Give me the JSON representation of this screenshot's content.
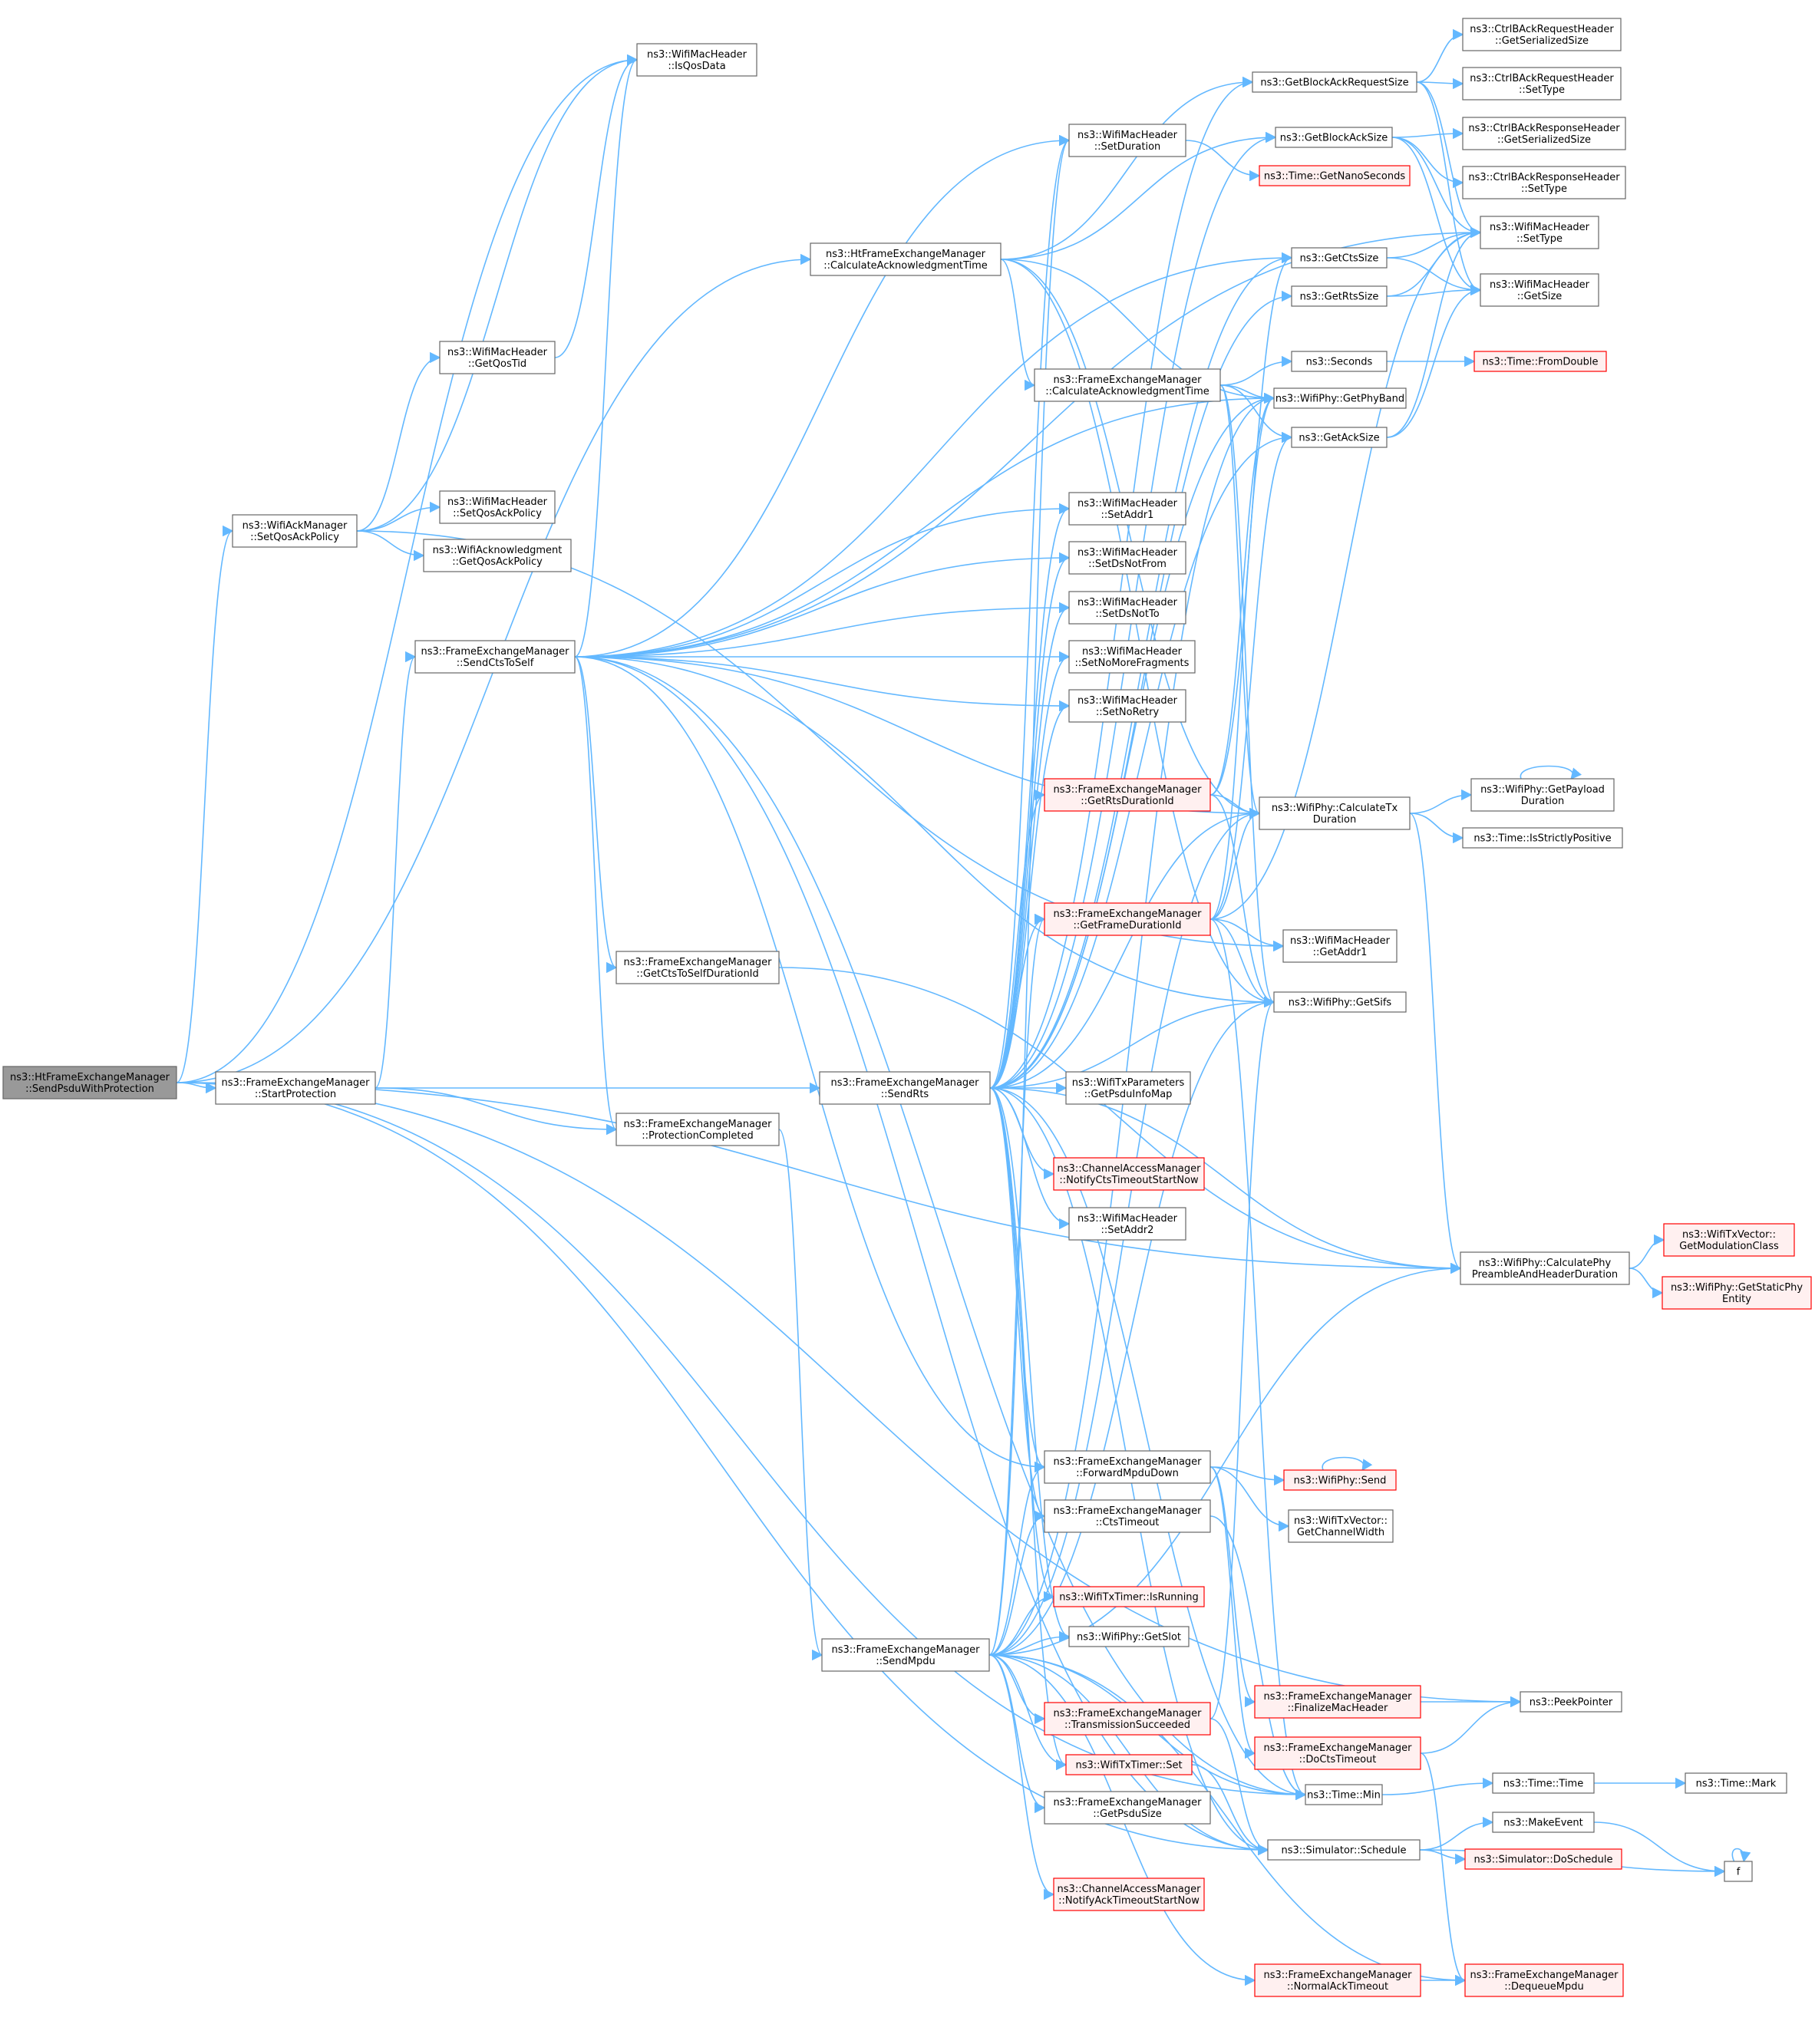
{
  "colors": {
    "edge": "#63b8ff",
    "node_border": "#666666",
    "red_border": "#ff0000",
    "red_fill": "#fff0f0",
    "root_fill": "#999999"
  },
  "nodes": [
    {
      "id": "root",
      "lines": [
        "ns3::HtFrameExchangeManager",
        "::SendPsduWithProtection"
      ],
      "style": "root"
    },
    {
      "id": "ackmgr",
      "lines": [
        "ns3::WifiAckManager",
        "::SetQosAckPolicy"
      ]
    },
    {
      "id": "startprot",
      "lines": [
        "ns3::FrameExchangeManager",
        "::StartProtection"
      ]
    },
    {
      "id": "isqos",
      "lines": [
        "ns3::WifiMacHeader",
        "::IsQosData"
      ]
    },
    {
      "id": "getqostid",
      "lines": [
        "ns3::WifiMacHeader",
        "::GetQosTid"
      ]
    },
    {
      "id": "setqosack",
      "lines": [
        "ns3::WifiMacHeader",
        "::SetQosAckPolicy"
      ]
    },
    {
      "id": "getqosack",
      "lines": [
        "ns3::WifiAcknowledgment",
        "::GetQosAckPolicy"
      ]
    },
    {
      "id": "sendcts",
      "lines": [
        "ns3::FrameExchangeManager",
        "::SendCtsToSelf"
      ]
    },
    {
      "id": "htcalcack",
      "lines": [
        "ns3::HtFrameExchangeManager",
        "::CalculateAcknowledgmentTime"
      ]
    },
    {
      "id": "getctsdur",
      "lines": [
        "ns3::FrameExchangeManager",
        "::GetCtsToSelfDurationId"
      ]
    },
    {
      "id": "protcompl",
      "lines": [
        "ns3::FrameExchangeManager",
        "::ProtectionCompleted"
      ]
    },
    {
      "id": "sendrts",
      "lines": [
        "ns3::FrameExchangeManager",
        "::SendRts"
      ]
    },
    {
      "id": "sendmpdu",
      "lines": [
        "ns3::FrameExchangeManager",
        "::SendMpdu"
      ]
    },
    {
      "id": "setduration",
      "lines": [
        "ns3::WifiMacHeader",
        "::SetDuration"
      ]
    },
    {
      "id": "fecalcack",
      "lines": [
        "ns3::FrameExchangeManager",
        "::CalculateAcknowledgmentTime"
      ]
    },
    {
      "id": "setaddr1",
      "lines": [
        "ns3::WifiMacHeader",
        "::SetAddr1"
      ]
    },
    {
      "id": "setdsnotfrom",
      "lines": [
        "ns3::WifiMacHeader",
        "::SetDsNotFrom"
      ]
    },
    {
      "id": "setdsnotto",
      "lines": [
        "ns3::WifiMacHeader",
        "::SetDsNotTo"
      ]
    },
    {
      "id": "setnomorefrag",
      "lines": [
        "ns3::WifiMacHeader",
        "::SetNoMoreFragments"
      ]
    },
    {
      "id": "setnoretry",
      "lines": [
        "ns3::WifiMacHeader",
        "::SetNoRetry"
      ]
    },
    {
      "id": "getrtsdur",
      "lines": [
        "ns3::FrameExchangeManager",
        "::GetRtsDurationId"
      ],
      "style": "red"
    },
    {
      "id": "getframedur",
      "lines": [
        "ns3::FrameExchangeManager",
        "::GetFrameDurationId"
      ],
      "style": "red"
    },
    {
      "id": "getpsduinfo",
      "lines": [
        "ns3::WifiTxParameters",
        "::GetPsduInfoMap"
      ]
    },
    {
      "id": "notifycts",
      "lines": [
        "ns3::ChannelAccessManager",
        "::NotifyCtsTimeoutStartNow"
      ],
      "style": "red"
    },
    {
      "id": "setaddr2",
      "lines": [
        "ns3::WifiMacHeader",
        "::SetAddr2"
      ]
    },
    {
      "id": "forwardmpdu",
      "lines": [
        "ns3::FrameExchangeManager",
        "::ForwardMpduDown"
      ]
    },
    {
      "id": "ctstimeout",
      "lines": [
        "ns3::FrameExchangeManager",
        "::CtsTimeout"
      ]
    },
    {
      "id": "isrunning",
      "lines": [
        "ns3::WifiTxTimer::IsRunning"
      ],
      "style": "red"
    },
    {
      "id": "getslot",
      "lines": [
        "ns3::WifiPhy::GetSlot"
      ]
    },
    {
      "id": "transsucc",
      "lines": [
        "ns3::FrameExchangeManager",
        "::TransmissionSucceeded"
      ],
      "style": "red"
    },
    {
      "id": "timerset",
      "lines": [
        "ns3::WifiTxTimer::Set"
      ],
      "style": "red"
    },
    {
      "id": "getpsdusize",
      "lines": [
        "ns3::FrameExchangeManager",
        "::GetPsduSize"
      ]
    },
    {
      "id": "notifyack",
      "lines": [
        "ns3::ChannelAccessManager",
        "::NotifyAckTimeoutStartNow"
      ],
      "style": "red"
    },
    {
      "id": "normalack",
      "lines": [
        "ns3::FrameExchangeManager",
        "::NormalAckTimeout"
      ],
      "style": "red"
    },
    {
      "id": "getbarsize",
      "lines": [
        "ns3::GetBlockAckRequestSize"
      ]
    },
    {
      "id": "getbasize",
      "lines": [
        "ns3::GetBlockAckSize"
      ]
    },
    {
      "id": "getnanosec",
      "lines": [
        "ns3::Time::GetNanoSeconds"
      ],
      "style": "red"
    },
    {
      "id": "getctssize",
      "lines": [
        "ns3::GetCtsSize"
      ]
    },
    {
      "id": "getrtssize",
      "lines": [
        "ns3::GetRtsSize"
      ]
    },
    {
      "id": "seconds",
      "lines": [
        "ns3::Seconds"
      ]
    },
    {
      "id": "getphyband",
      "lines": [
        "ns3::WifiPhy::GetPhyBand"
      ]
    },
    {
      "id": "getacksize",
      "lines": [
        "ns3::GetAckSize"
      ]
    },
    {
      "id": "calctxdur",
      "lines": [
        "ns3::WifiPhy::CalculateTx",
        "Duration"
      ]
    },
    {
      "id": "getaddr1",
      "lines": [
        "ns3::WifiMacHeader",
        "::GetAddr1"
      ]
    },
    {
      "id": "getsifs",
      "lines": [
        "ns3::WifiPhy::GetSifs"
      ]
    },
    {
      "id": "physend",
      "lines": [
        "ns3::WifiPhy::Send"
      ],
      "style": "red"
    },
    {
      "id": "getchanwidth",
      "lines": [
        "ns3::WifiTxVector::",
        "GetChannelWidth"
      ]
    },
    {
      "id": "finalizemac",
      "lines": [
        "ns3::FrameExchangeManager",
        "::FinalizeMacHeader"
      ],
      "style": "red"
    },
    {
      "id": "doctstimeout",
      "lines": [
        "ns3::FrameExchangeManager",
        "::DoCtsTimeout"
      ],
      "style": "red"
    },
    {
      "id": "timemin",
      "lines": [
        "ns3::Time::Min"
      ]
    },
    {
      "id": "schedule",
      "lines": [
        "ns3::Simulator::Schedule"
      ]
    },
    {
      "id": "barserialized",
      "lines": [
        "ns3::CtrlBAckRequestHeader",
        "::GetSerializedSize"
      ]
    },
    {
      "id": "barsettype",
      "lines": [
        "ns3::CtrlBAckRequestHeader",
        "::SetType"
      ]
    },
    {
      "id": "baserialized",
      "lines": [
        "ns3::CtrlBAckResponseHeader",
        "::GetSerializedSize"
      ]
    },
    {
      "id": "basettype",
      "lines": [
        "ns3::CtrlBAckResponseHeader",
        "::SetType"
      ]
    },
    {
      "id": "macsettype",
      "lines": [
        "ns3::WifiMacHeader",
        "::SetType"
      ]
    },
    {
      "id": "macgetsize",
      "lines": [
        "ns3::WifiMacHeader",
        "::GetSize"
      ]
    },
    {
      "id": "fromdouble",
      "lines": [
        "ns3::Time::FromDouble"
      ],
      "style": "red"
    },
    {
      "id": "getpayload",
      "lines": [
        "ns3::WifiPhy::GetPayload",
        "Duration"
      ]
    },
    {
      "id": "isstrictpos",
      "lines": [
        "ns3::Time::IsStrictlyPositive"
      ]
    },
    {
      "id": "calcpreamble",
      "lines": [
        "ns3::WifiPhy::CalculatePhy",
        "PreambleAndHeaderDuration"
      ]
    },
    {
      "id": "peekpointer",
      "lines": [
        "ns3::PeekPointer"
      ]
    },
    {
      "id": "timetime",
      "lines": [
        "ns3::Time::Time"
      ]
    },
    {
      "id": "makeevent",
      "lines": [
        "ns3::MakeEvent"
      ]
    },
    {
      "id": "doschedule",
      "lines": [
        "ns3::Simulator::DoSchedule"
      ],
      "style": "red"
    },
    {
      "id": "dequeuempdu",
      "lines": [
        "ns3::FrameExchangeManager",
        "::DequeueMpdu"
      ],
      "style": "red"
    },
    {
      "id": "getmodclass",
      "lines": [
        "ns3::WifiTxVector::",
        "GetModulationClass"
      ],
      "style": "red"
    },
    {
      "id": "getstaticphy",
      "lines": [
        "ns3::WifiPhy::GetStaticPhy",
        "Entity"
      ],
      "style": "red"
    },
    {
      "id": "timemark",
      "lines": [
        "ns3::Time::Mark"
      ]
    },
    {
      "id": "f",
      "lines": [
        "f"
      ]
    }
  ],
  "edges": [
    [
      "root",
      "ackmgr"
    ],
    [
      "root",
      "startprot"
    ],
    [
      "root",
      "isqos"
    ],
    [
      "root",
      "htcalcack"
    ],
    [
      "root",
      "calcpreamble"
    ],
    [
      "root",
      "timemin"
    ],
    [
      "root",
      "schedule"
    ],
    [
      "root",
      "peekpointer"
    ],
    [
      "ackmgr",
      "isqos"
    ],
    [
      "ackmgr",
      "getqostid"
    ],
    [
      "ackmgr",
      "setqosack"
    ],
    [
      "ackmgr",
      "getqosack"
    ],
    [
      "ackmgr",
      "getaddr1"
    ],
    [
      "getqostid",
      "isqos"
    ],
    [
      "startprot",
      "sendcts"
    ],
    [
      "startprot",
      "sendrts"
    ],
    [
      "startprot",
      "protcompl"
    ],
    [
      "sendcts",
      "isqos"
    ],
    [
      "sendcts",
      "setduration"
    ],
    [
      "sendcts",
      "getctssize"
    ],
    [
      "sendcts",
      "getphyband"
    ],
    [
      "sendcts",
      "calctxdur"
    ],
    [
      "sendcts",
      "setaddr1"
    ],
    [
      "sendcts",
      "setdsnotfrom"
    ],
    [
      "sendcts",
      "setdsnotto"
    ],
    [
      "sendcts",
      "setnomorefrag"
    ],
    [
      "sendcts",
      "setnoretry"
    ],
    [
      "sendcts",
      "getsifs"
    ],
    [
      "sendcts",
      "getctsdur"
    ],
    [
      "sendcts",
      "protcompl"
    ],
    [
      "sendcts",
      "forwardmpdu"
    ],
    [
      "sendcts",
      "timemin"
    ],
    [
      "sendcts",
      "schedule"
    ],
    [
      "sendcts",
      "macsettype"
    ],
    [
      "getctsdur",
      "calcpreamble"
    ],
    [
      "protcompl",
      "sendmpdu"
    ],
    [
      "htcalcack",
      "getbarsize"
    ],
    [
      "htcalcack",
      "getbasize"
    ],
    [
      "htcalcack",
      "fecalcack"
    ],
    [
      "htcalcack",
      "getphyband"
    ],
    [
      "htcalcack",
      "calctxdur"
    ],
    [
      "htcalcack",
      "getsifs"
    ],
    [
      "sendrts",
      "setduration"
    ],
    [
      "sendrts",
      "getbarsize"
    ],
    [
      "sendrts",
      "getbasize"
    ],
    [
      "sendrts",
      "getctssize"
    ],
    [
      "sendrts",
      "getrtssize"
    ],
    [
      "sendrts",
      "getphyband"
    ],
    [
      "sendrts",
      "getacksize"
    ],
    [
      "sendrts",
      "calctxdur"
    ],
    [
      "sendrts",
      "setaddr1"
    ],
    [
      "sendrts",
      "setdsnotfrom"
    ],
    [
      "sendrts",
      "setdsnotto"
    ],
    [
      "sendrts",
      "setnomorefrag"
    ],
    [
      "sendrts",
      "setnoretry"
    ],
    [
      "sendrts",
      "getrtsdur"
    ],
    [
      "sendrts",
      "getframedur"
    ],
    [
      "sendrts",
      "getsifs"
    ],
    [
      "sendrts",
      "getpsduinfo"
    ],
    [
      "sendrts",
      "notifycts"
    ],
    [
      "sendrts",
      "setaddr2"
    ],
    [
      "sendrts",
      "forwardmpdu"
    ],
    [
      "sendrts",
      "ctstimeout"
    ],
    [
      "sendrts",
      "isrunning"
    ],
    [
      "sendrts",
      "getslot"
    ],
    [
      "sendrts",
      "timerset"
    ],
    [
      "sendrts",
      "calcpreamble"
    ],
    [
      "sendrts",
      "timemin"
    ],
    [
      "sendrts",
      "schedule"
    ],
    [
      "sendmpdu",
      "getframedur"
    ],
    [
      "sendmpdu",
      "getphyband"
    ],
    [
      "sendmpdu",
      "calctxdur"
    ],
    [
      "sendmpdu",
      "getsifs"
    ],
    [
      "sendmpdu",
      "forwardmpdu"
    ],
    [
      "sendmpdu",
      "ctstimeout"
    ],
    [
      "sendmpdu",
      "isrunning"
    ],
    [
      "sendmpdu",
      "getslot"
    ],
    [
      "sendmpdu",
      "transsucc"
    ],
    [
      "sendmpdu",
      "timerset"
    ],
    [
      "sendmpdu",
      "getpsdusize"
    ],
    [
      "sendmpdu",
      "notifyack"
    ],
    [
      "sendmpdu",
      "normalack"
    ],
    [
      "sendmpdu",
      "calcpreamble"
    ],
    [
      "sendmpdu",
      "timemin"
    ],
    [
      "sendmpdu",
      "schedule"
    ],
    [
      "sendmpdu",
      "dequeuempdu"
    ],
    [
      "sendmpdu",
      "setduration"
    ],
    [
      "setduration",
      "getnanosec"
    ],
    [
      "fecalcack",
      "seconds"
    ],
    [
      "fecalcack",
      "getphyband"
    ],
    [
      "fecalcack",
      "getacksize"
    ],
    [
      "fecalcack",
      "calctxdur"
    ],
    [
      "fecalcack",
      "getsifs"
    ],
    [
      "getrtsdur",
      "getctssize"
    ],
    [
      "getrtsdur",
      "getphyband"
    ],
    [
      "getrtsdur",
      "calctxdur"
    ],
    [
      "getrtsdur",
      "getsifs"
    ],
    [
      "getframedur",
      "getphyband"
    ],
    [
      "getframedur",
      "getacksize"
    ],
    [
      "getframedur",
      "calctxdur"
    ],
    [
      "getframedur",
      "getaddr1"
    ],
    [
      "getframedur",
      "getsifs"
    ],
    [
      "getframedur",
      "timemin"
    ],
    [
      "getframedur",
      "macsettype"
    ],
    [
      "forwardmpdu",
      "physend"
    ],
    [
      "forwardmpdu",
      "getchanwidth"
    ],
    [
      "forwardmpdu",
      "finalizemac"
    ],
    [
      "forwardmpdu",
      "doctstimeout"
    ],
    [
      "ctstimeout",
      "timemin"
    ],
    [
      "transsucc",
      "getsifs"
    ],
    [
      "transsucc",
      "schedule"
    ],
    [
      "timerset",
      "schedule"
    ],
    [
      "normalack",
      "dequeuempdu"
    ],
    [
      "physend",
      "physend"
    ],
    [
      "finalizemac",
      "peekpointer"
    ],
    [
      "doctstimeout",
      "peekpointer"
    ],
    [
      "doctstimeout",
      "dequeuempdu"
    ],
    [
      "getbarsize",
      "barserialized"
    ],
    [
      "getbarsize",
      "barsettype"
    ],
    [
      "getbarsize",
      "macsettype"
    ],
    [
      "getbarsize",
      "macgetsize"
    ],
    [
      "getbasize",
      "baserialized"
    ],
    [
      "getbasize",
      "basettype"
    ],
    [
      "getbasize",
      "macsettype"
    ],
    [
      "getbasize",
      "macgetsize"
    ],
    [
      "getctssize",
      "macsettype"
    ],
    [
      "getctssize",
      "macgetsize"
    ],
    [
      "getrtssize",
      "macsettype"
    ],
    [
      "getrtssize",
      "macgetsize"
    ],
    [
      "getacksize",
      "macsettype"
    ],
    [
      "getacksize",
      "macgetsize"
    ],
    [
      "seconds",
      "fromdouble"
    ],
    [
      "calctxdur",
      "getpayload"
    ],
    [
      "calctxdur",
      "isstrictpos"
    ],
    [
      "calctxdur",
      "calcpreamble"
    ],
    [
      "getpayload",
      "getpayload"
    ],
    [
      "calcpreamble",
      "getmodclass"
    ],
    [
      "calcpreamble",
      "getstaticphy"
    ],
    [
      "timemin",
      "timetime"
    ],
    [
      "timetime",
      "timemark"
    ],
    [
      "schedule",
      "makeevent"
    ],
    [
      "schedule",
      "doschedule"
    ],
    [
      "schedule",
      "f"
    ],
    [
      "makeevent",
      "f"
    ],
    [
      "f",
      "f"
    ]
  ]
}
